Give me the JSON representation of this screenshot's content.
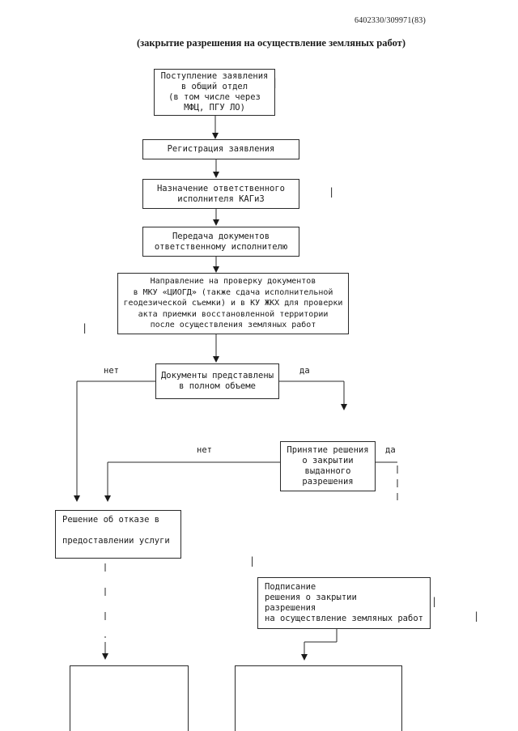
{
  "page": {
    "doc_number": "6402330/309971(83)",
    "title": "(закрытие разрешения на осуществление земляных работ)"
  },
  "flowchart": {
    "boxes": {
      "intake": "Поступление заявления\nв общий отдел\n(в том числе через\nМФЦ, ПГУ ЛО)",
      "registration": "Регистрация заявления",
      "assignment": "Назначение ответственного\nисполнителя КАГиЗ",
      "transfer": "Передача документов\nответственному исполнителю",
      "review": "Направление на проверку документов\nв МКУ «ЦИОГД» (также сдача исполнительной\nгеодезической съемки) и в КУ ЖКХ для проверки\nакта приемки восстановленной территории\nпосле осуществления земляных работ",
      "docs_complete": "Документы представлены\nв полном объеме",
      "closure_decision": "Принятие решения\nо закрытии\nвыданного\nразрешения",
      "refusal": "Решение об отказе в\n\nпредоставлении услуги",
      "signing": "Подписание\nрешения о закрытии\nразрешения\nна осуществление земляных работ"
    },
    "labels": {
      "no_1": "нет",
      "yes_1": "да",
      "no_2": "нет",
      "yes_2": "да"
    },
    "stray_mark": "|"
  }
}
